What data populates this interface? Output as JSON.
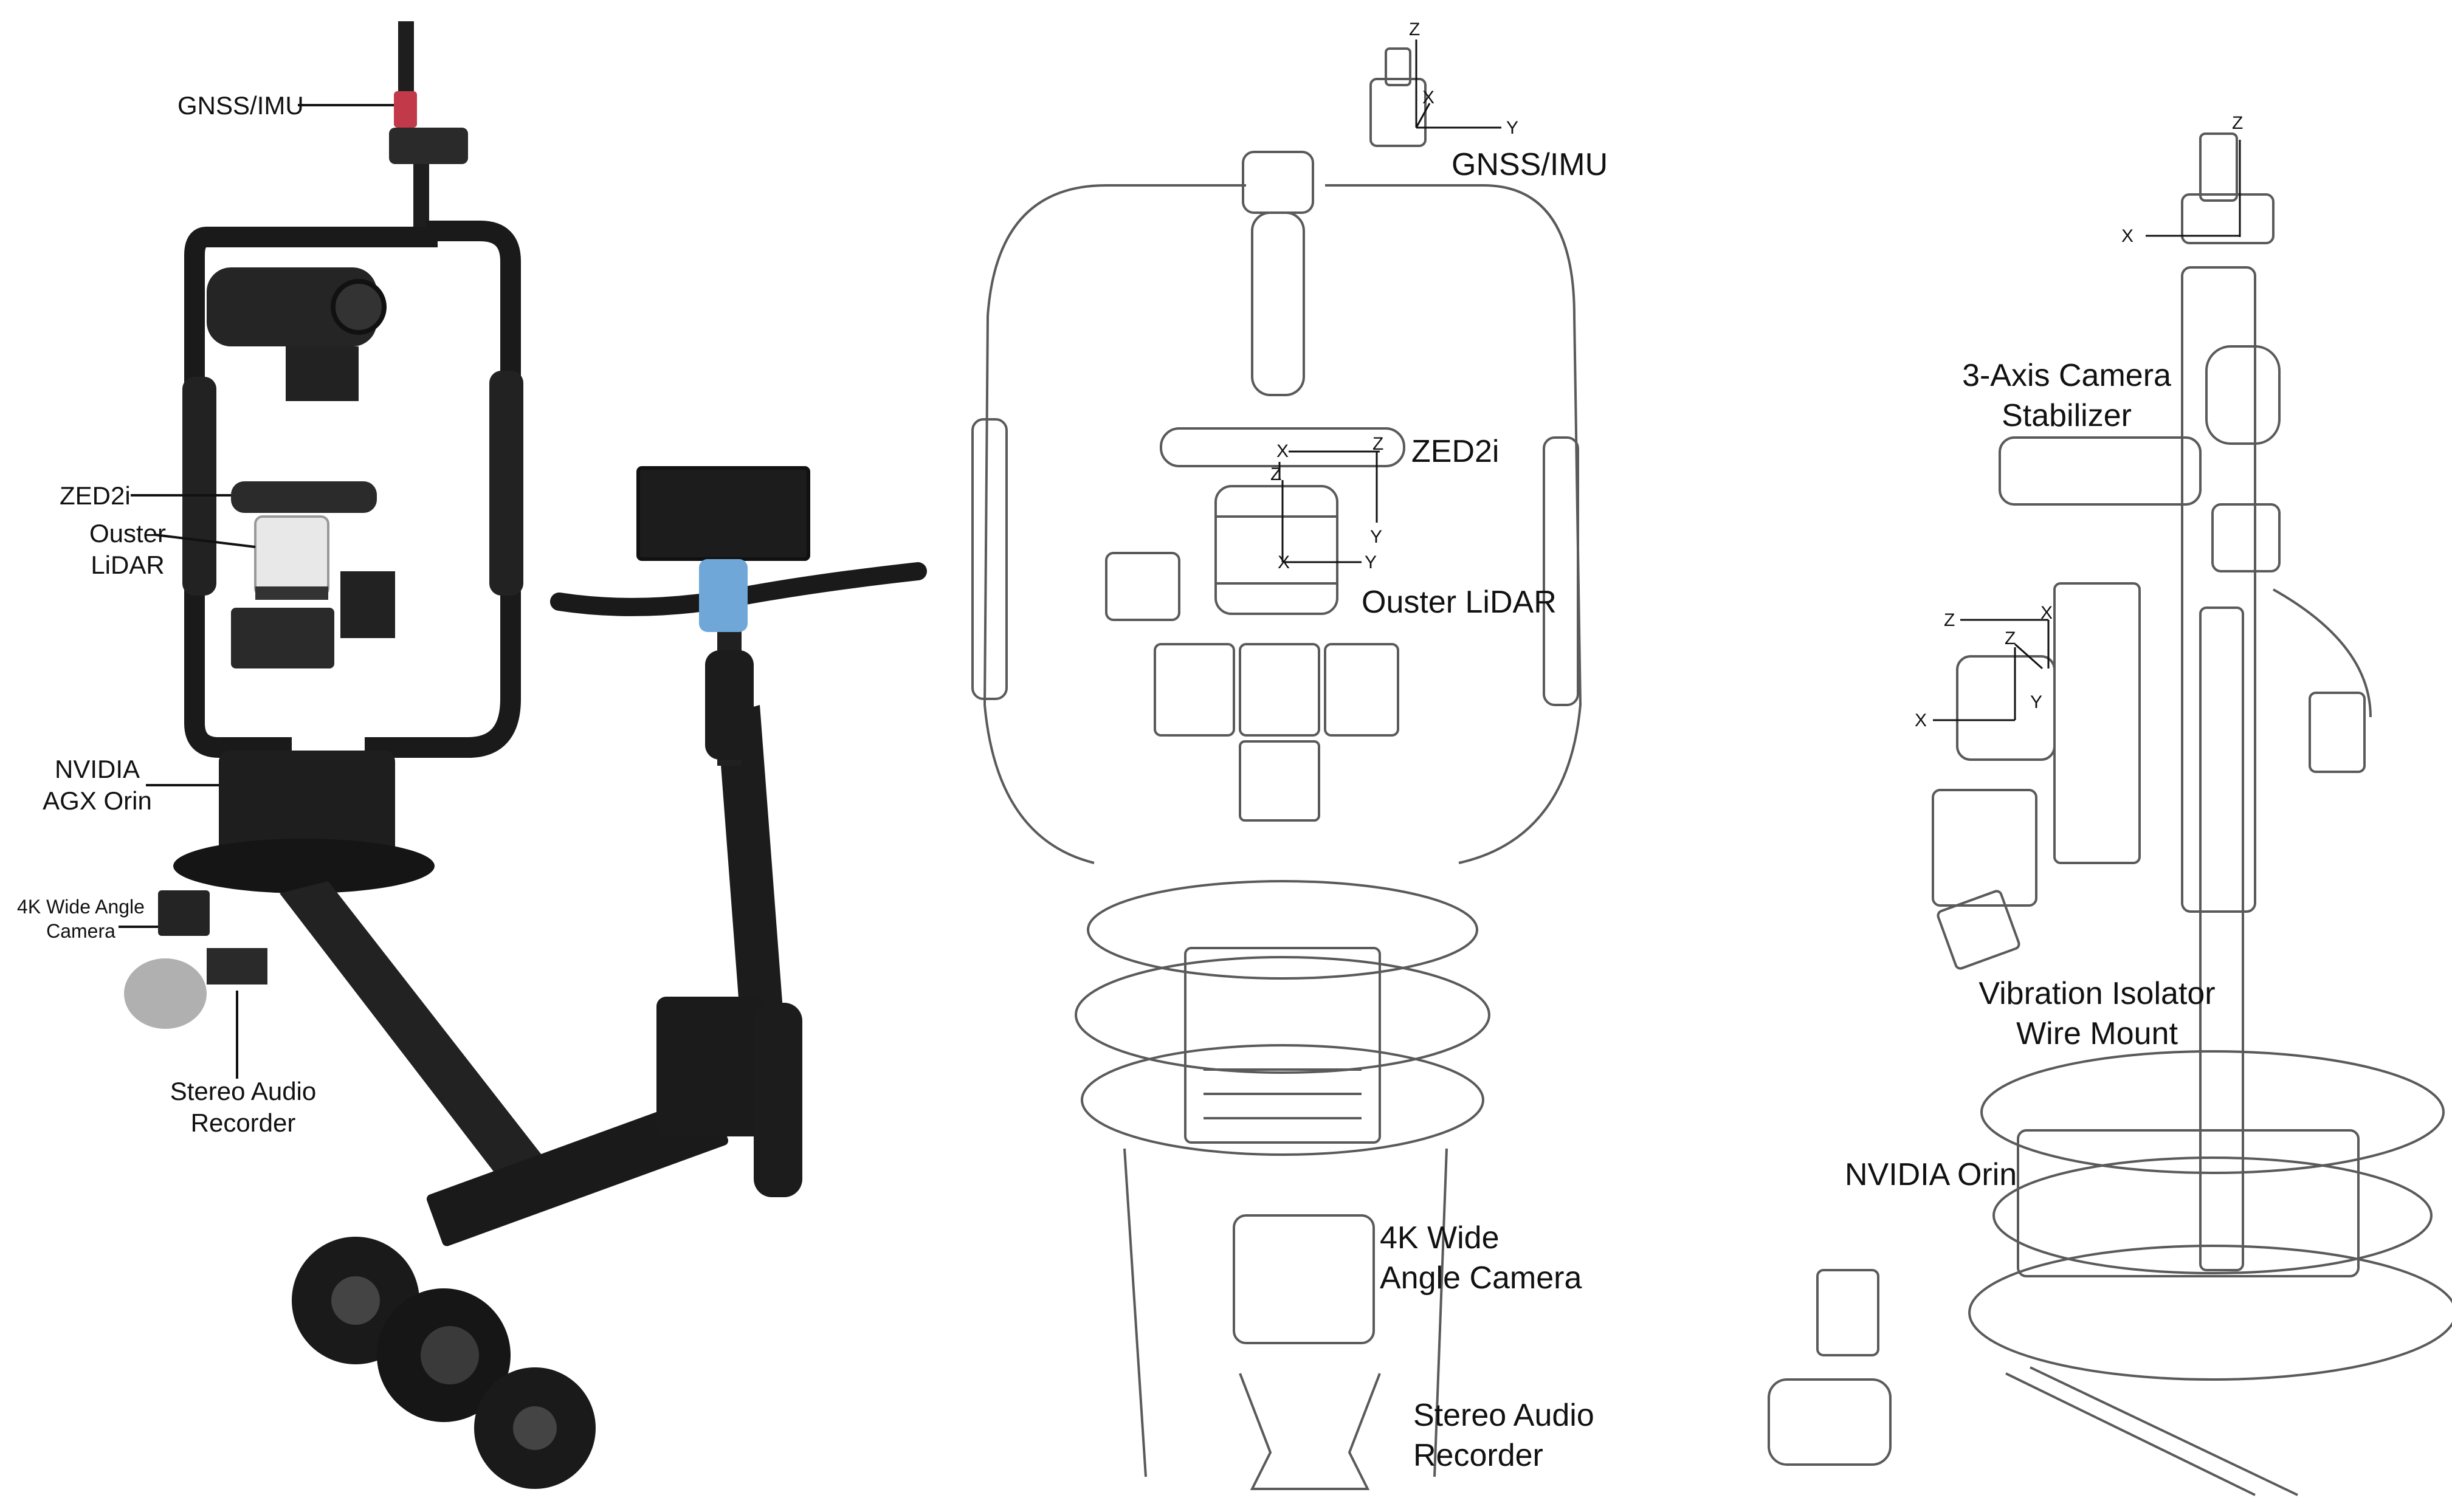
{
  "panel_photo": {
    "labels": {
      "gnss": "GNSS/IMU",
      "zed": "ZED2i",
      "ouster_1": "Ouster",
      "ouster_2": "LiDAR",
      "orin_1": "NVIDIA",
      "orin_2": "AGX Orin",
      "cam4k_1": "4K Wide Angle",
      "cam4k_2": "Camera",
      "audio_1": "Stereo Audio",
      "audio_2": "Recorder"
    },
    "screen_color": "#1c1c1c",
    "frame_color": "#1a1a1a"
  },
  "panel_front": {
    "labels": {
      "gnss": "GNSS/IMU",
      "zed": "ZED2i",
      "ouster": "Ouster LiDAR",
      "cam4k_1": "4K Wide",
      "cam4k_2": "Angle Camera",
      "audio_1": "Stereo Audio",
      "audio_2": "Recorder"
    },
    "axes": {
      "gnss": {
        "z": "Z",
        "x": "X",
        "y": "Y"
      },
      "zed": {
        "x": "X",
        "z": "Z",
        "y": "Y"
      },
      "ouster": {
        "z": "Z",
        "x": "X",
        "y": "Y"
      }
    }
  },
  "panel_side": {
    "labels": {
      "stab_1": "3-Axis Camera",
      "stab_2": "Stabilizer",
      "vib_1": "Vibration Isolator",
      "vib_2": "Wire Mount",
      "orin": "NVIDIA Orin"
    },
    "axes": {
      "gnss": {
        "z": "Z",
        "x": "X"
      },
      "zed": {
        "z": "Z",
        "x": "X"
      },
      "ouster": {
        "z": "Z",
        "x": "X",
        "y": "Y"
      }
    }
  }
}
